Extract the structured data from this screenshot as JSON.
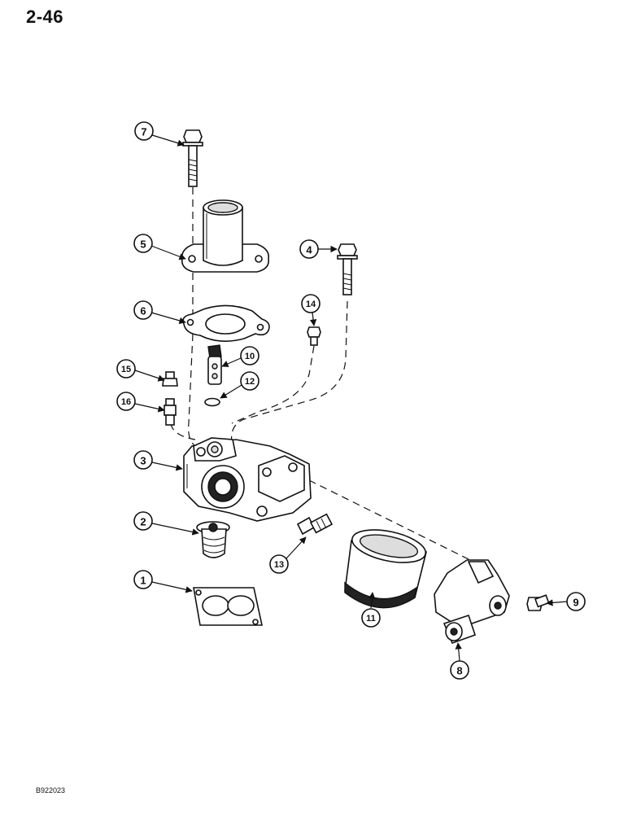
{
  "header": {
    "page_number": "2-46"
  },
  "footer": {
    "figure_code": "B922023"
  },
  "callouts": [
    "1",
    "2",
    "3",
    "4",
    "5",
    "6",
    "7",
    "8",
    "9",
    "10",
    "11",
    "12",
    "13",
    "14",
    "15",
    "16"
  ]
}
